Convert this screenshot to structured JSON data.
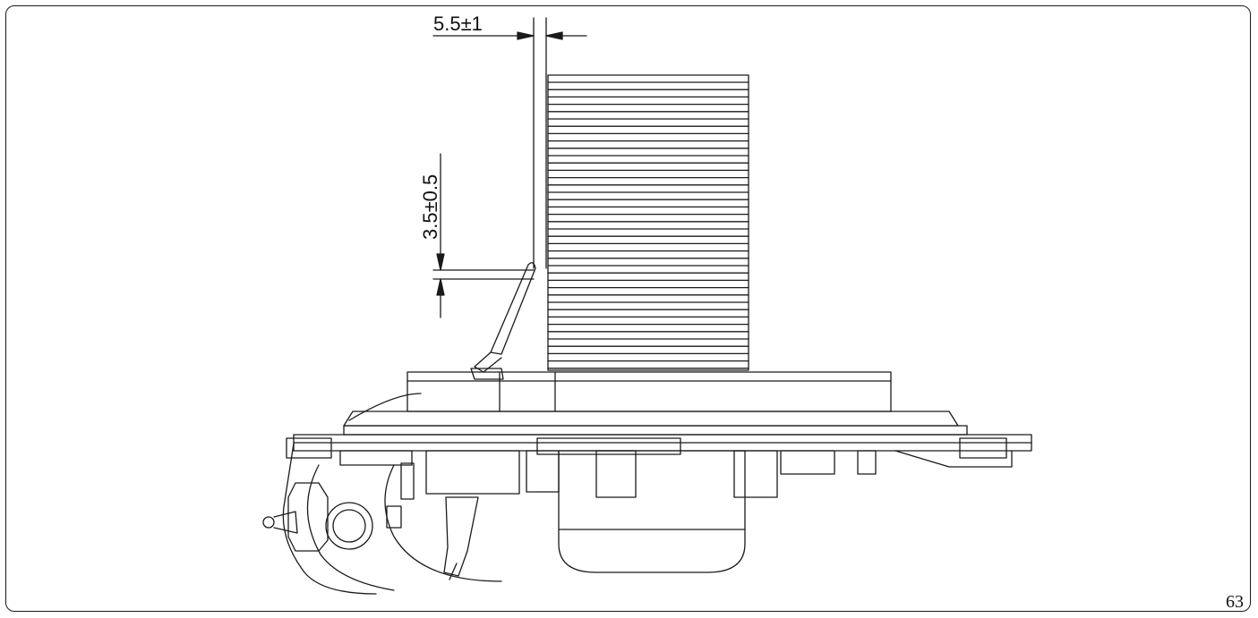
{
  "dimensions": {
    "top": "5.5±1",
    "side": "3.5±0.5"
  },
  "page_number": "63",
  "colors": {
    "line": "#1a1a1a",
    "background": "#ffffff"
  }
}
